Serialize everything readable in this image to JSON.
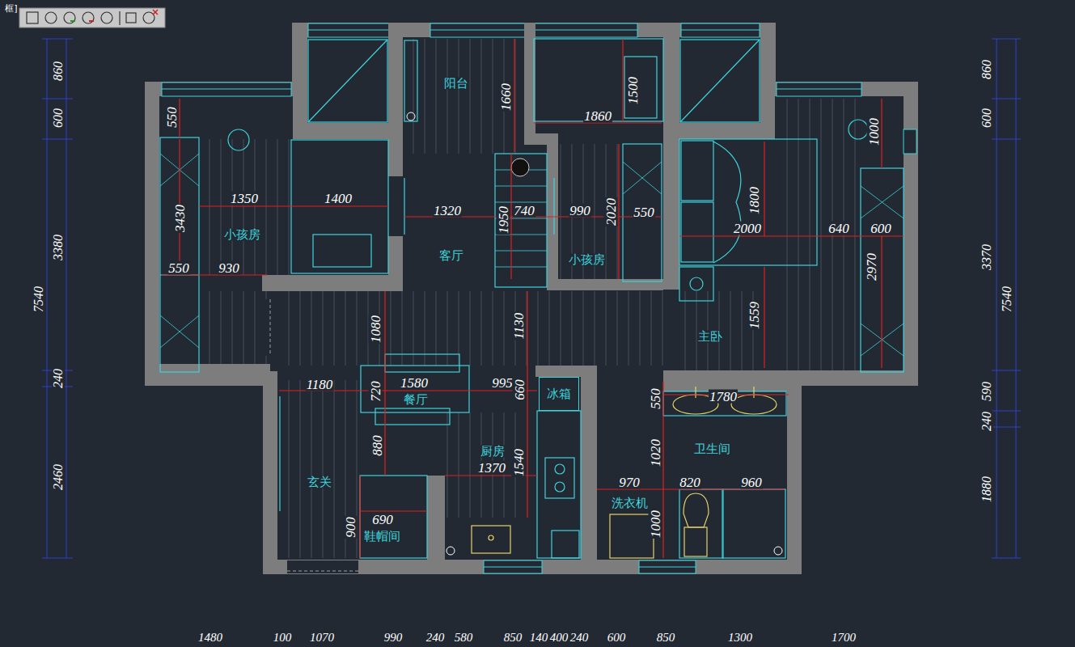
{
  "diagram": {
    "nodes": [
      {
        "text": [
          "冰箱"
        ]
      }
    ],
    "labels": [
      "框]",
      "860",
      "600",
      "3380",
      "7540",
      "240",
      "2460",
      "860",
      "600",
      "3370",
      "7540",
      "590",
      "240",
      "1880",
      "1480",
      "100",
      "1070",
      "990",
      "240",
      "580",
      "850",
      "140",
      "400",
      "240",
      "600",
      "850",
      "1300",
      "1700",
      "550",
      "1350",
      "1400",
      "3430",
      "550",
      "930",
      "1660",
      "1500",
      "1860",
      "1320",
      "1950",
      "740",
      "990",
      "2020",
      "550",
      "1800",
      "1000",
      "2000",
      "640",
      "600",
      "2970",
      "1559",
      "1080",
      "1130",
      "1180",
      "1580",
      "995",
      "720",
      "660",
      "1780",
      "550",
      "880",
      "1370",
      "1540",
      "1020",
      "970",
      "820",
      "960",
      "690",
      "900",
      "1000",
      "阳台",
      "小孩房",
      "客厅",
      "小孩房",
      "主卧",
      "餐厅",
      "厨房",
      "卫生间",
      "玄关",
      "洗衣机",
      "鞋帽间"
    ]
  }
}
